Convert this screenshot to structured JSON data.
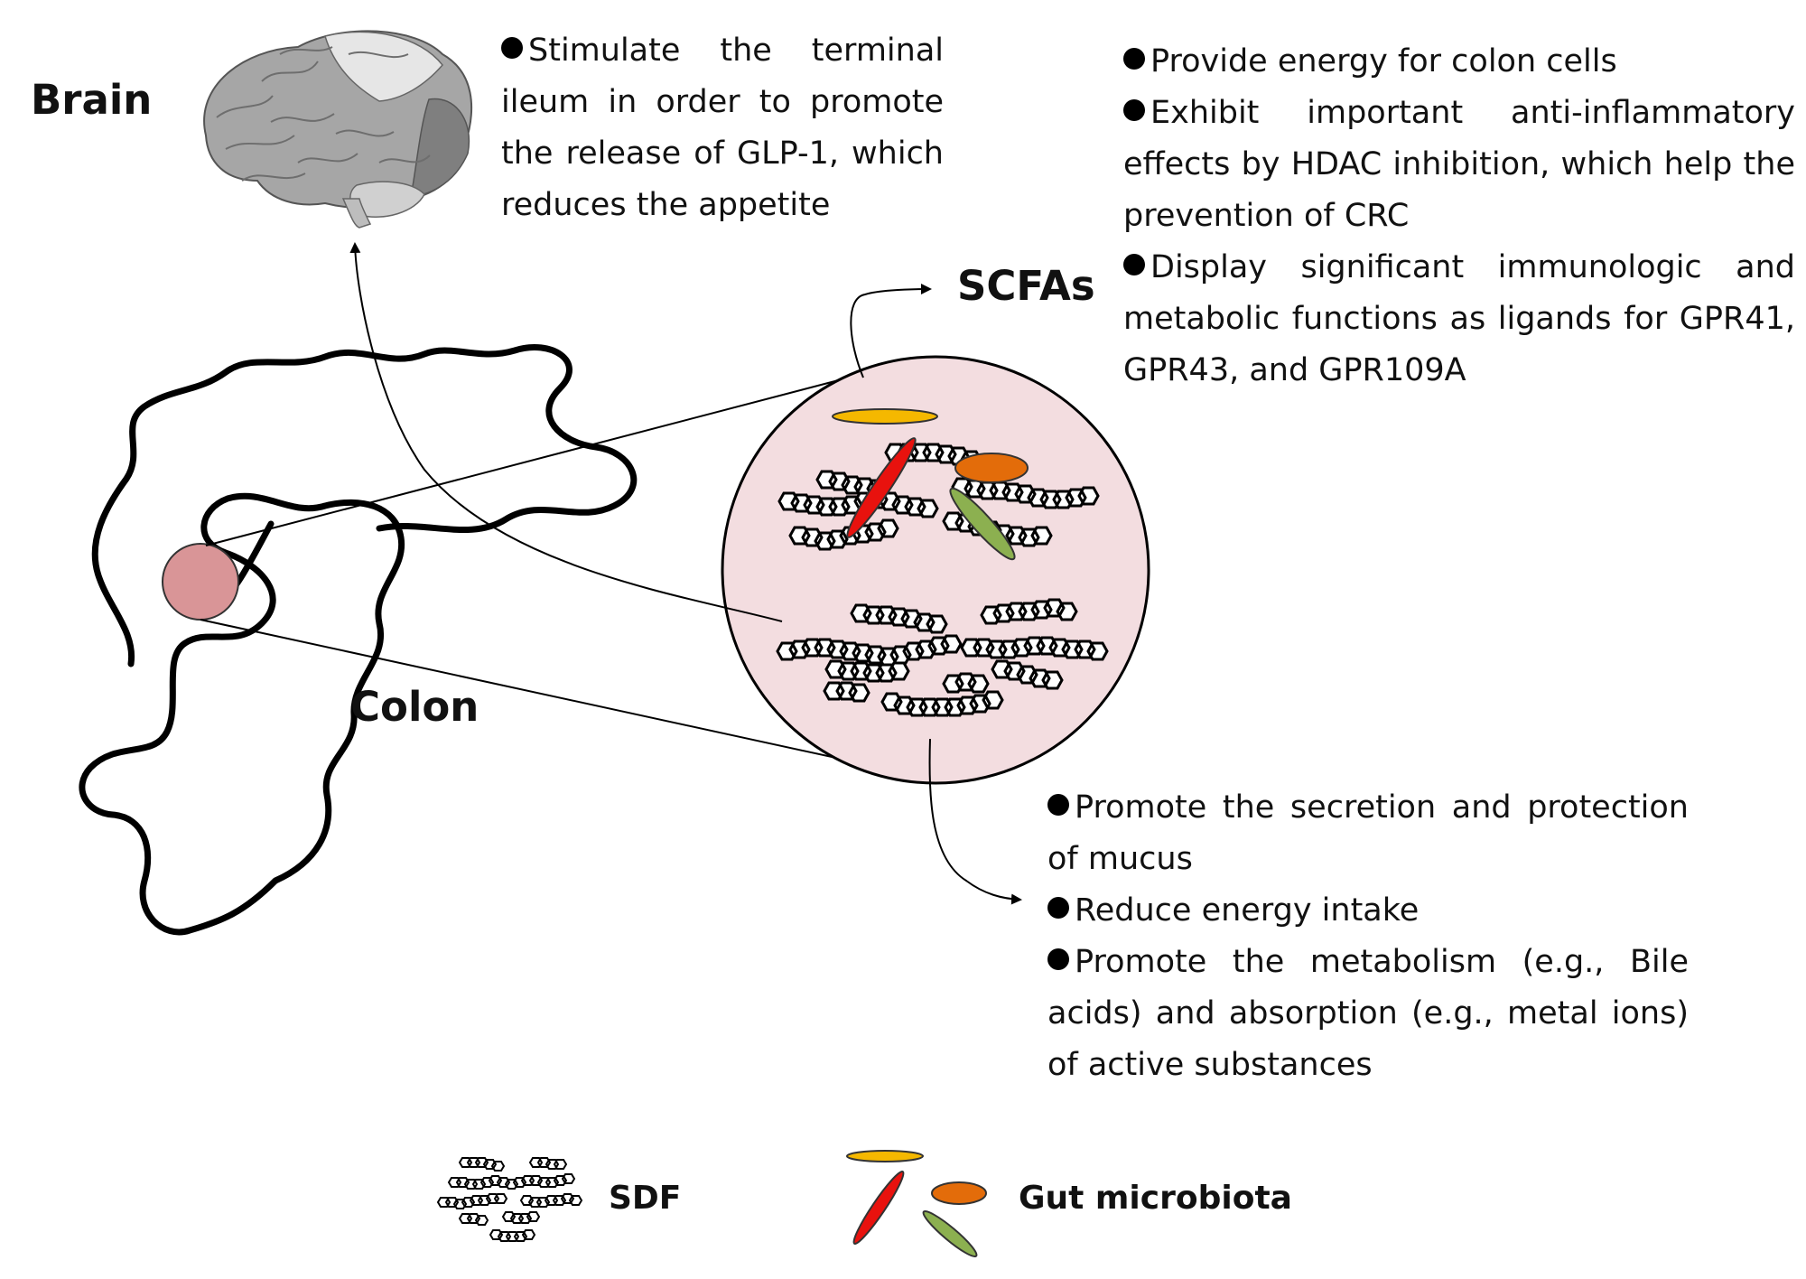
{
  "labels": {
    "brain": "Brain",
    "colon": "Colon",
    "scfas": "SCFAs"
  },
  "brain_effects": [
    "Stimulate the terminal ileum in order to promote the release of GLP-1, which reduces the appetite"
  ],
  "scfa_effects": [
    "Provide energy for colon cells",
    "Exhibit important anti-inflammatory effects by HDAC inhibition, which help the prevention of CRC",
    "Display significant immunologic and metabolic functions as ligands for GPR41, GPR43, and GPR109A"
  ],
  "colon_effects": [
    "Promote the secretion and protection of mucus",
    "Reduce energy intake",
    "Promote the metabolism (e.g., Bile acids) and absorption (e.g., metal ions) of active substances"
  ],
  "legend": {
    "sdf": "SDF",
    "microbiota": "Gut microbiota"
  },
  "colors": {
    "zoom_circle_fill": "#f3dde0",
    "colon_spot_fill": "#d99597",
    "bacterium_yellow": "#f5b800",
    "bacterium_red": "#e8120e",
    "bacterium_orange": "#e36c0a",
    "bacterium_green": "#8cb050",
    "brain_gray": "#a6a6a6",
    "brain_light": "#e6e6e6",
    "brain_dark": "#7f7f7f"
  }
}
